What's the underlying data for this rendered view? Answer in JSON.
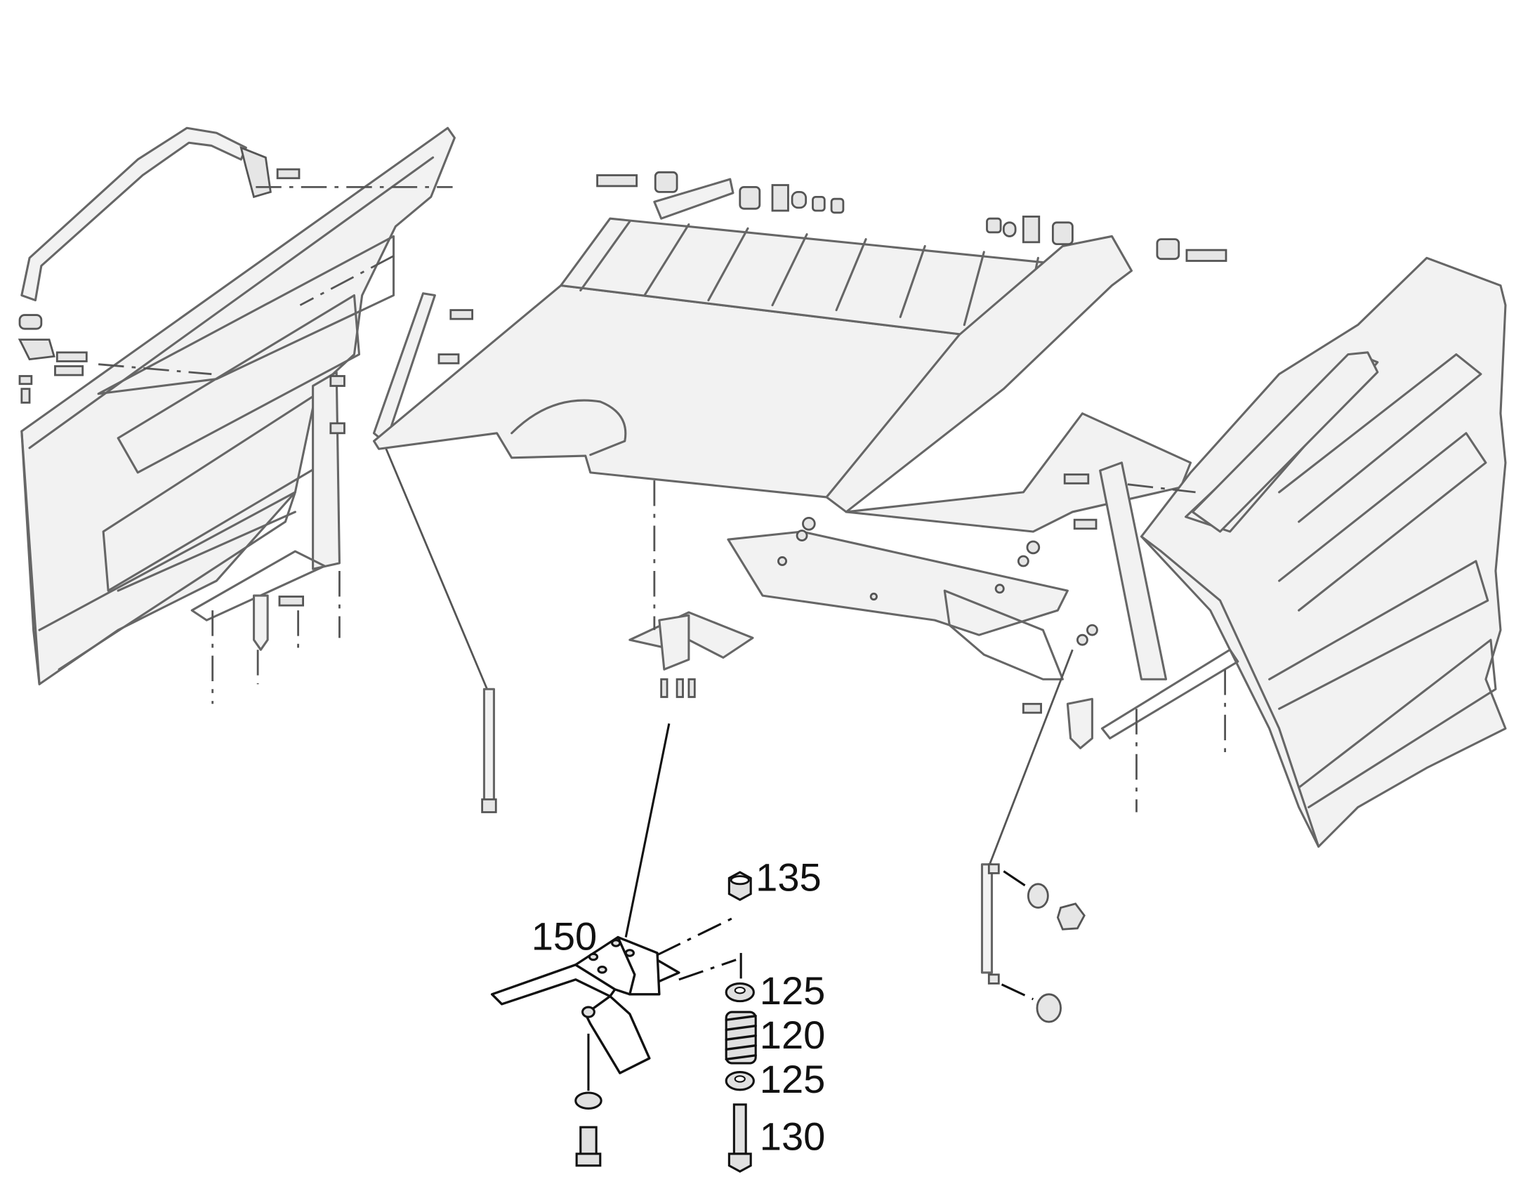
{
  "callouts": [
    {
      "id": "135",
      "label": "135"
    },
    {
      "id": "150",
      "label": "150"
    },
    {
      "id": "125a",
      "label": "125"
    },
    {
      "id": "120",
      "label": "120"
    },
    {
      "id": "125b",
      "label": "125"
    },
    {
      "id": "130",
      "label": "130"
    }
  ]
}
